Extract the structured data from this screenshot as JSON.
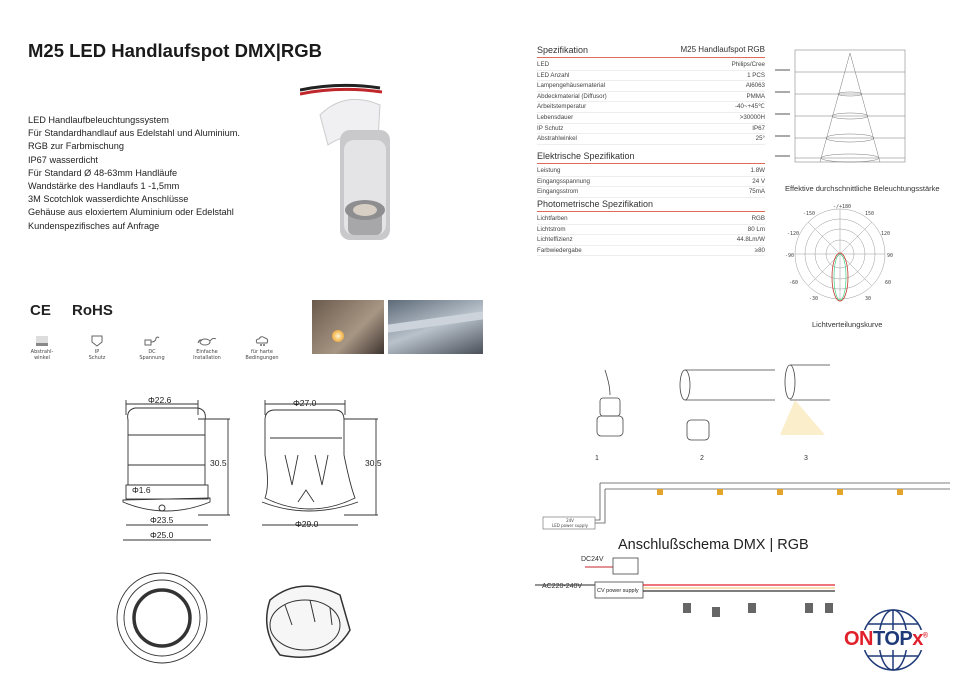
{
  "title": "M25 LED Handlaufspot DMX|RGB",
  "description": [
    "LED Handlaufbeleuchtungssystem",
    "Für Standardhandlauf aus Edelstahl und Aluminium.",
    "RGB zur Farbmischung",
    "IP67 wasserdicht",
    "Für Standard Ø 48-63mm Handläufe",
    "Wandstärke des Handlaufs 1 -1,5mm",
    "3M Scotchlok wasserdichte Anschlüsse",
    "Gehäuse aus eloxiertem Aluminium oder Edelstahl",
    "Kundenspezifisches auf Anfrage"
  ],
  "certs": {
    "ce": "CE",
    "rohs": "RoHS"
  },
  "features": [
    {
      "icon": "beam-angle-icon",
      "label1": "Abstrahl-",
      "label2": "winkel"
    },
    {
      "icon": "ip-shield-icon",
      "label1": "IP",
      "label2": "Schutz"
    },
    {
      "icon": "dc-plug-icon",
      "label1": "DC",
      "label2": "Spannung"
    },
    {
      "icon": "connector-icon",
      "label1": "Einfache",
      "label2": "Installation"
    },
    {
      "icon": "weather-icon",
      "label1": "für harte",
      "label2": "Bedingungen"
    }
  ],
  "dimensions": {
    "top_left": "Φ22.6",
    "hole": "Φ1.6",
    "mid_left": "Φ23.5",
    "bottom_left": "Φ25.0",
    "height_left": "30.5",
    "top_right": "Φ27.0",
    "bottom_right": "Φ29.0",
    "height_right": "30.5"
  },
  "spec": {
    "title": "Spezifikation",
    "product": "M25 Handlaufspot RGB",
    "rows": [
      {
        "k": "LED",
        "v": "Philips/Cree"
      },
      {
        "k": "LED Anzahl",
        "v": "1 PCS"
      },
      {
        "k": "Lampengehäusematerial",
        "v": "Al6063"
      },
      {
        "k": "Abdeckmaterial (Diffusor)",
        "v": "PMMA"
      },
      {
        "k": "Arbeitstemperatur",
        "v": "-40~+45℃"
      },
      {
        "k": "Lebensdauer",
        "v": ">30000H"
      },
      {
        "k": "IP Schutz",
        "v": "IP67"
      },
      {
        "k": "Abstrahlwinkel",
        "v": "25°"
      }
    ]
  },
  "electrical": {
    "title": "Elektrische Spezifikation",
    "rows": [
      {
        "k": "Leistung",
        "v": "1.8W"
      },
      {
        "k": "Eingangsspannung",
        "v": "24 V"
      },
      {
        "k": "Eingangsstrom",
        "v": "75mA"
      }
    ]
  },
  "photometric": {
    "title": "Photometrische Spezifikation",
    "rows": [
      {
        "k": "Lichtfarben",
        "v": "RGB"
      },
      {
        "k": "Lichtstrom",
        "v": "80 Lm"
      },
      {
        "k": "Lichteffizienz",
        "v": "44.8Lm/W"
      },
      {
        "k": "Farbwiedergabe",
        "v": "≥80"
      }
    ]
  },
  "illuminance_caption": "Effektive durchschnittliche Beleuchtungsstärke",
  "polar": {
    "angles": [
      "-/+180",
      "-150",
      "150",
      "-120",
      "120",
      "-90",
      "90",
      "-60",
      "60",
      "-30",
      "30"
    ],
    "caption": "Lichtverteilungskurve"
  },
  "install_steps": [
    "1",
    "2",
    "3"
  ],
  "rail_psu": {
    "l1": "24V",
    "l2": "LED power supply"
  },
  "wiring": {
    "title": "Anschlußschema DMX | RGB",
    "dc": "DC24V",
    "ac": "AC220-240V",
    "psu": "CV power supply"
  },
  "logo": {
    "text_red1": "ON",
    "text_blue": "TOP",
    "text_red2": "x",
    "reg": "®"
  },
  "colors": {
    "accent_red": "#e0202a",
    "logo_blue": "#1f3a78",
    "spec_line": "#e06a5a"
  }
}
